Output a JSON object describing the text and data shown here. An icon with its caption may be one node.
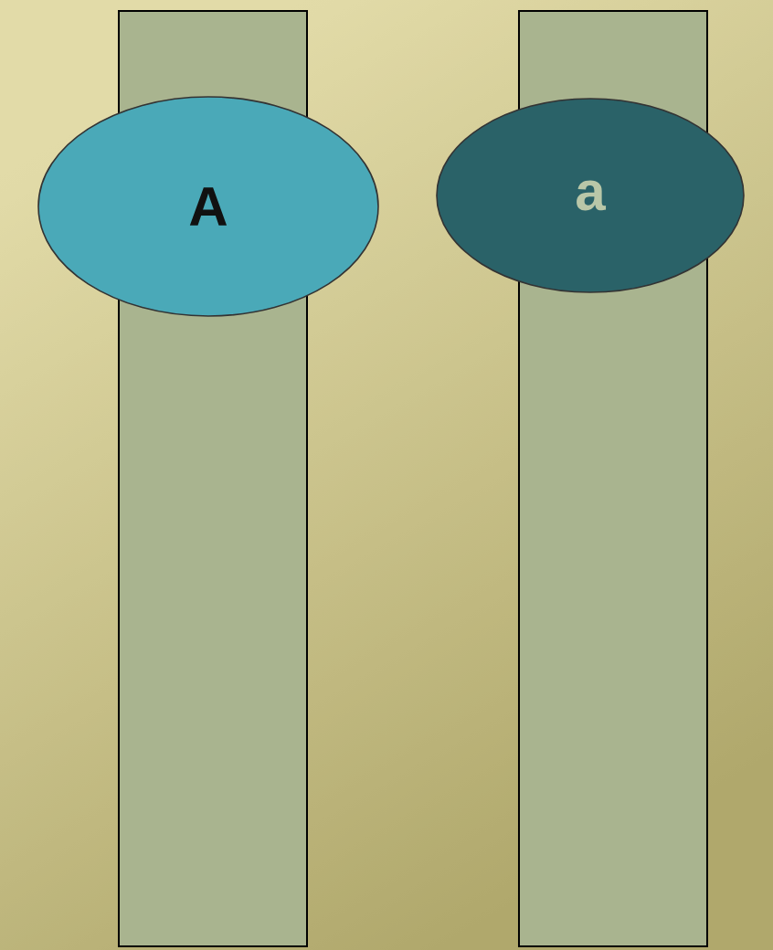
{
  "diagram": {
    "nodes": [
      {
        "text": [],
        "shape": "bar"
      },
      {
        "text": [
          "A"
        ]
      },
      {
        "text": [],
        "shape": "bar"
      },
      {
        "text": [
          "a"
        ]
      }
    ]
  }
}
